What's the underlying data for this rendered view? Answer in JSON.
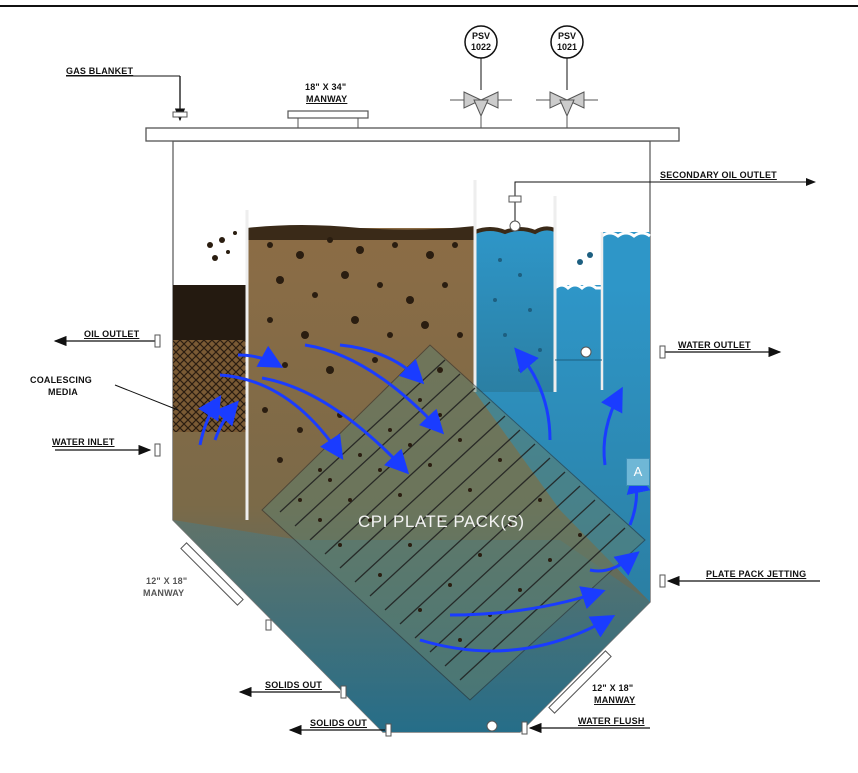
{
  "labels": {
    "gas_blanket": "GAS BLANKET",
    "manway_top_size": "18\" X 34\"",
    "manway_top": "MANWAY",
    "psv1_tag": "PSV",
    "psv1_num": "1022",
    "psv2_tag": "PSV",
    "psv2_num": "1021",
    "secondary_oil_outlet": "SECONDARY OIL OUTLET",
    "oil_outlet": "OIL OUTLET",
    "water_outlet": "WATER OUTLET",
    "coalescing_media_1": "COALESCING",
    "coalescing_media_2": "MEDIA",
    "water_inlet": "WATER INLET",
    "cpi_plate_pack": "CPI PLATE PACK(S)",
    "section_a": "A",
    "manway_left_size": "12\" X 18\"",
    "manway_left": "MANWAY",
    "plate_pack_jetting": "PLATE PACK JETTING",
    "solids_out_1": "SOLIDS OUT",
    "solids_out_2": "SOLIDS OUT",
    "manway_right_size": "12\" X 18\"",
    "manway_right": "MANWAY",
    "water_flush": "WATER FLUSH"
  },
  "colors": {
    "oily_water": "#8a6a44",
    "oil_layer": "#2a2016",
    "clean_water": "#2f8fbf",
    "flow_arrows": "#1a3cff"
  }
}
